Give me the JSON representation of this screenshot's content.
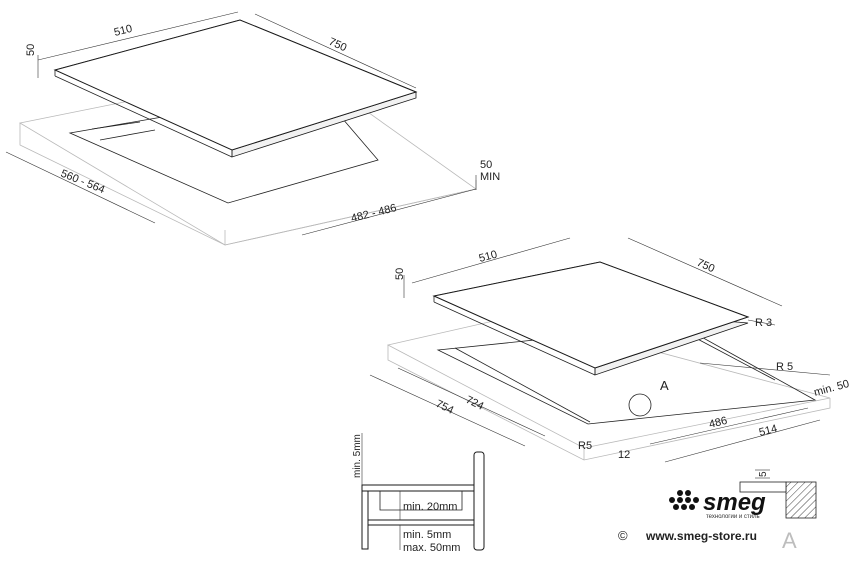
{
  "top_drawing": {
    "dims": {
      "width_510": "510",
      "depth_750": "750",
      "height_50": "50",
      "cutout_560_564": "560 - 564",
      "cutout_482_486": "482 - 486",
      "min_50": "50",
      "min_label": "MIN"
    }
  },
  "bottom_drawing": {
    "dims": {
      "width_510": "510",
      "depth_750": "750",
      "height_50": "50",
      "radius_3": "R 3",
      "radius_5": "R 5",
      "radius_5b": "R5",
      "min_50": "min. 50",
      "d724": "724",
      "d754": "754",
      "d486": "486",
      "d514": "514",
      "d12": "12",
      "detail_a": "A"
    }
  },
  "section_detail": {
    "min_5mm_a": "min. 5mm",
    "min_20mm": "min. 20mm",
    "min_5mm_b": "min. 5mm",
    "max_50mm": "max. 50mm"
  },
  "detail_a": {
    "value_5": "5",
    "label_a": "A"
  },
  "footer": {
    "logo_text": "smeg",
    "logo_tagline": "технологии и стиль",
    "copyright": "©",
    "website": "www.smeg-store.ru"
  }
}
